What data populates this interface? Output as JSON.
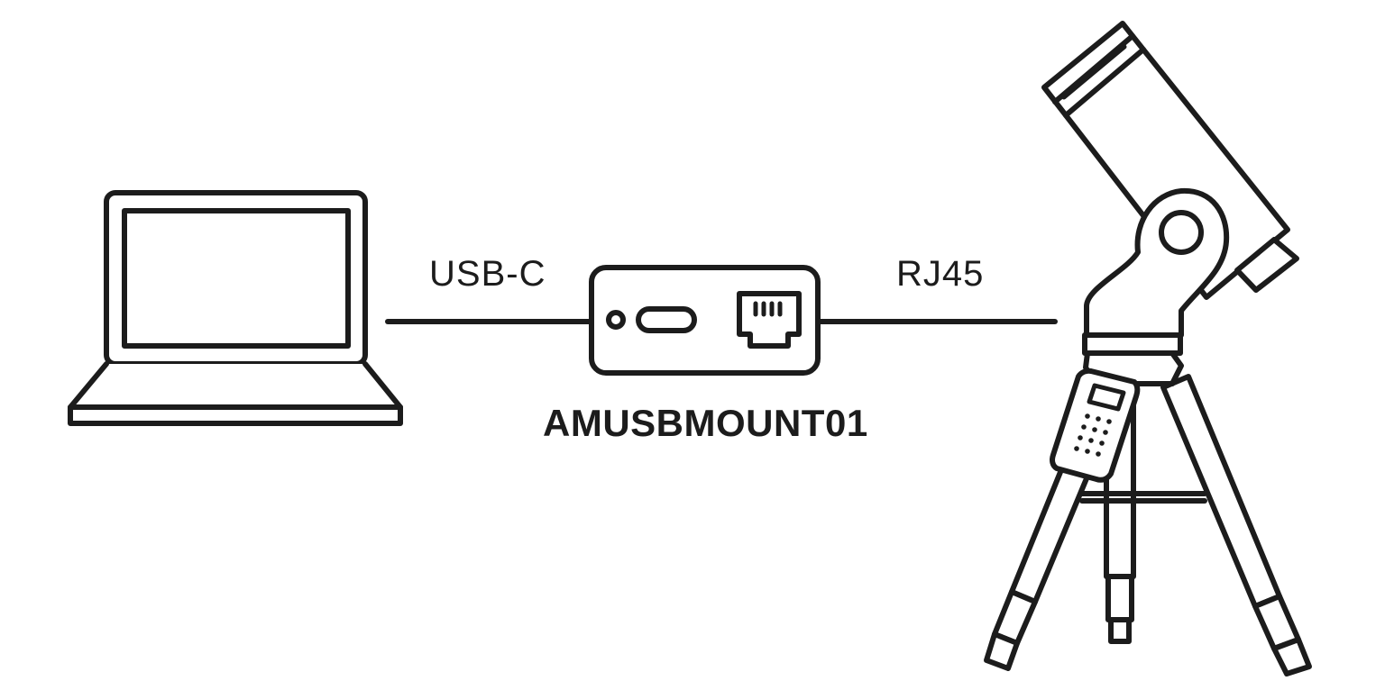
{
  "labels": {
    "cable_left": "USB-C",
    "cable_right": "RJ45",
    "device_name": "AMUSBMOUNT01"
  },
  "icons": [
    "laptop-icon",
    "usb-c-port-icon",
    "rj45-port-icon",
    "telescope-icon",
    "hand-controller-icon"
  ],
  "colors": {
    "stroke": "#1c1c1c",
    "fill": "#ffffff",
    "background": "#ffffff"
  }
}
